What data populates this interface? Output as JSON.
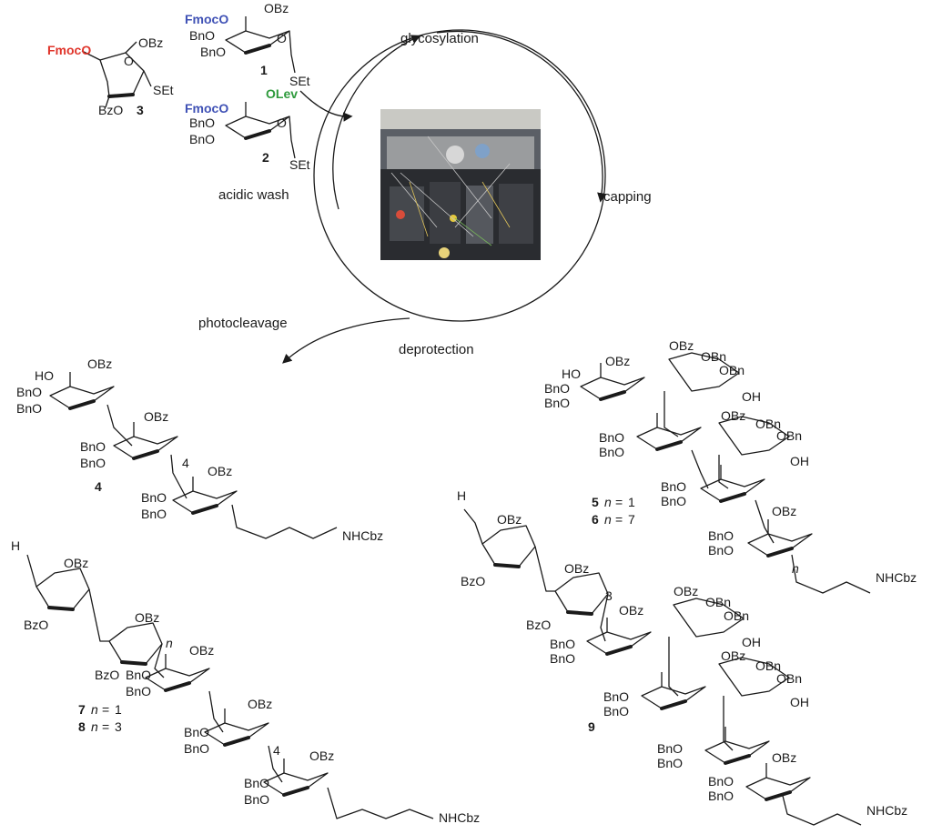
{
  "steps": {
    "glycosylation": "glycosylation",
    "capping": "capping",
    "deprotection": "deprotection",
    "acidic_wash": "acidic wash",
    "photocleavage": "photocleavage"
  },
  "groups": {
    "fmoco": "FmocO",
    "obz": "OBz",
    "bno": "BnO",
    "bzo": "BzO",
    "set": "SEt",
    "olev": "OLev",
    "ho": "HO",
    "oh": "OH",
    "obn": "OBn",
    "o": "O",
    "h": "H",
    "nhcbz": "NHCbz"
  },
  "compounds": {
    "c1": "1",
    "c2": "2",
    "c3": "3",
    "c4": "4",
    "c5": "5",
    "c6": "6",
    "c7": "7",
    "c8": "8",
    "c9": "9"
  },
  "repeat_labels": {
    "r4": "4",
    "r3": "3",
    "n": "n"
  },
  "n_values": {
    "eq": "=",
    "one": "1",
    "three": "3",
    "seven": "7"
  },
  "colors": {
    "fmoc_red": "#e0352b",
    "fmoc_blue": "#3f51b5",
    "lev_green": "#2e9a3c"
  }
}
